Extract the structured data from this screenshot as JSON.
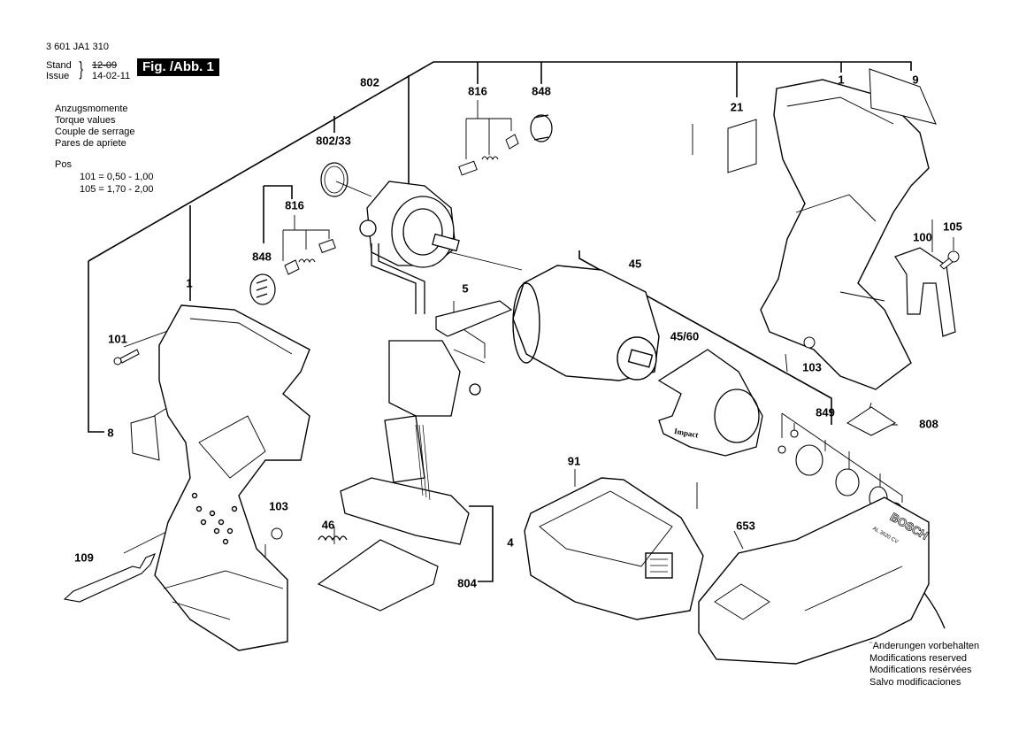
{
  "header": {
    "doc_number": "3 601 JA1 310",
    "stand_label": "Stand",
    "issue_label": "Issue",
    "brace": "}",
    "date_old": "12-09",
    "date_new": "14-02-11",
    "figure_label": "Fig. /Abb. 1"
  },
  "torque_values": {
    "headings": [
      "Anzugsmomente",
      "Torque values",
      "Couple de serrage",
      "Pares de apriete"
    ],
    "pos_label": "Pos",
    "rows": [
      {
        "pos": "101",
        "range": "101 =  0,50  -  1,00"
      },
      {
        "pos": "105",
        "range": "105 =  1,70  -  2,00"
      }
    ]
  },
  "part_labels": {
    "p802": "802",
    "p802_33": "802/33",
    "p816_top": "816",
    "p848_top": "848",
    "p21": "21",
    "p1_right": "1",
    "p9": "9",
    "p816_left": "816",
    "p848_left": "848",
    "p1_left": "1",
    "p101": "101",
    "p8": "8",
    "p5": "5",
    "p45": "45",
    "p45_60": "45/60",
    "p105": "105",
    "p100": "100",
    "p103_right": "103",
    "p849": "849",
    "p808": "808",
    "p91": "91",
    "p4": "4",
    "p804": "804",
    "p46": "46",
    "p103_left": "103",
    "p109": "109",
    "p653": "653"
  },
  "product_markings": {
    "brand": "BOSCH",
    "charger_model": "AL 3620 CV",
    "housing_badge": "Impact"
  },
  "footer": {
    "lines": [
      "¨Anderungen vorbehalten",
      "Modifications reserved",
      "Modifications resérvées",
      "Salvo modificaciones"
    ]
  }
}
